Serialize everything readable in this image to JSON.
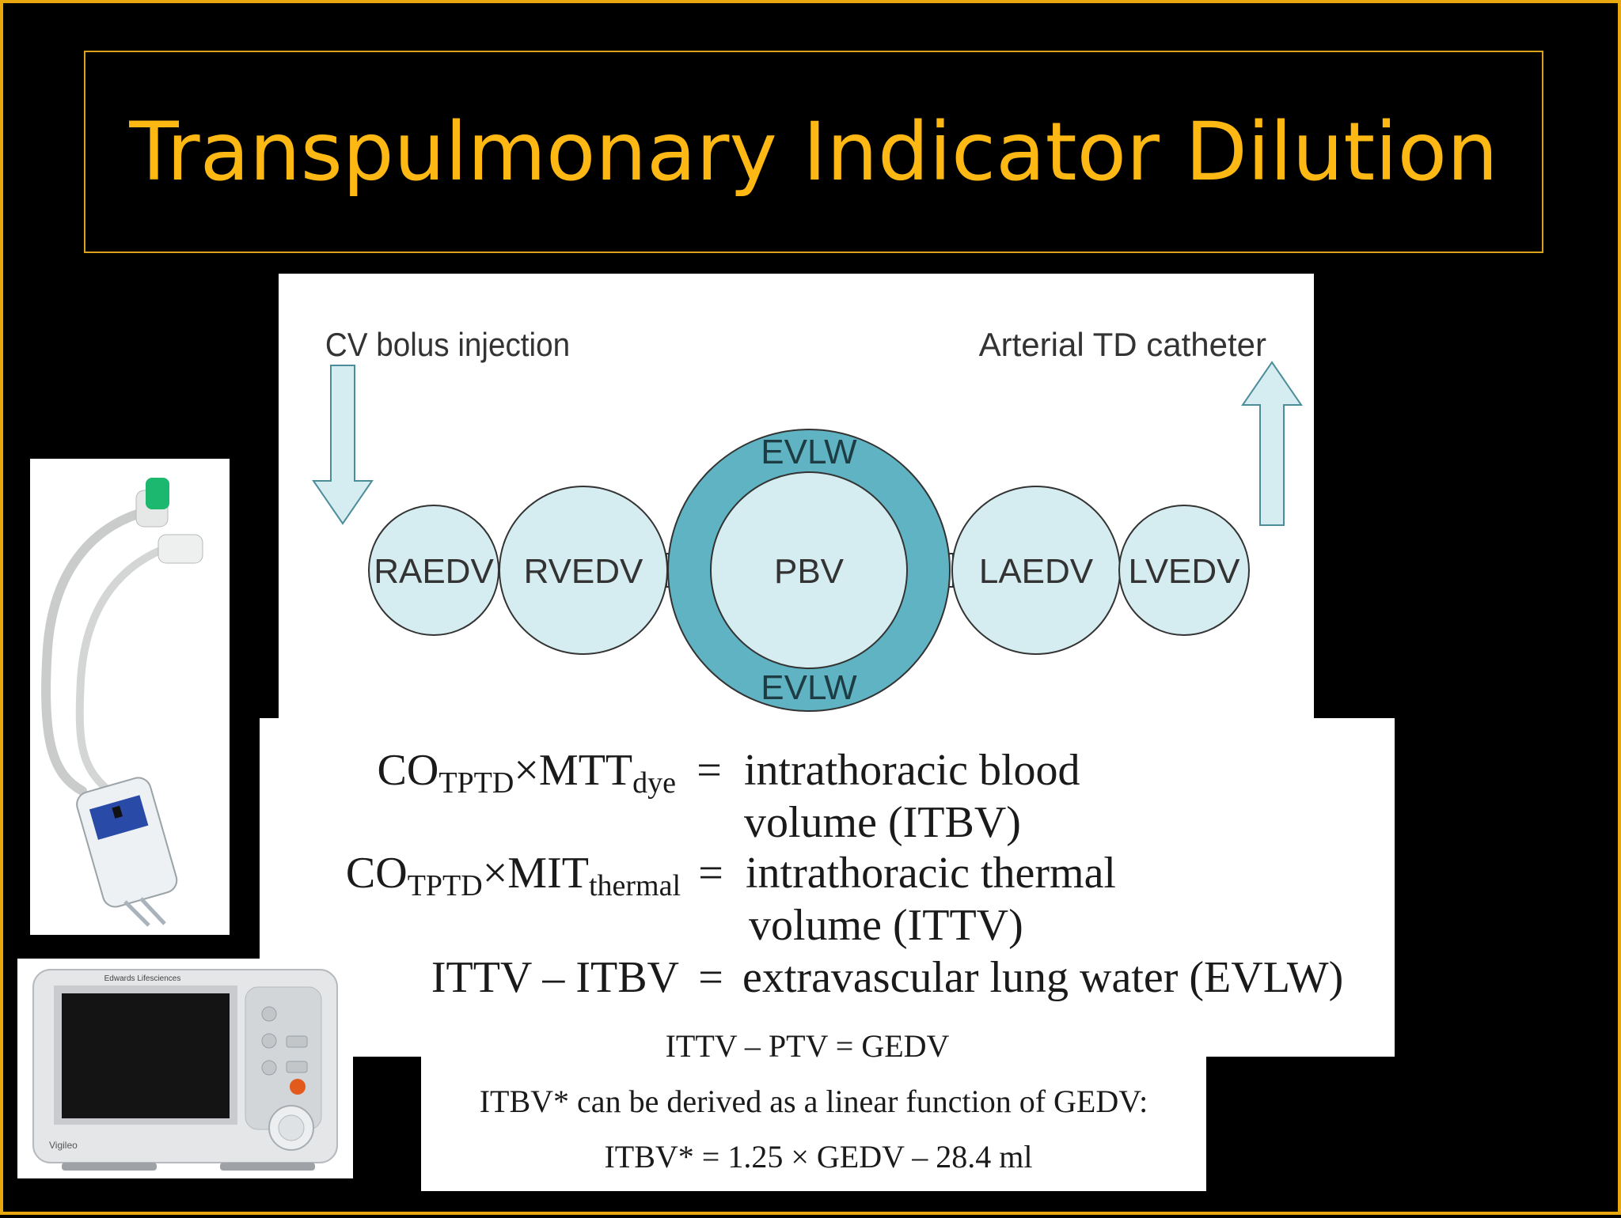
{
  "slide": {
    "title": "Transpulmonary Indicator Dilution",
    "accent_color": "#fdb813",
    "background_color": "#000000"
  },
  "diagram": {
    "inflow_label": "CV bolus injection",
    "outflow_label": "Arterial TD catheter",
    "compartments": [
      "RAEDV",
      "RVEDV",
      "PBV",
      "LAEDV",
      "LVEDV"
    ],
    "lung_ring_label_top": "EVLW",
    "lung_ring_label_bottom": "EVLW",
    "fill_color": "#d5ecf0",
    "ring_color": "#5fb3c2"
  },
  "equations": {
    "eq1": {
      "lhs_base_1": "CO",
      "lhs_sub_1": "TPTD",
      "times": "×",
      "lhs_base_2": "MTT",
      "lhs_sub_2": "dye",
      "equals": "=",
      "rhs_line1": "intrathoracic blood",
      "rhs_line2": "volume (ITBV)"
    },
    "eq2": {
      "lhs_base_1": "CO",
      "lhs_sub_1": "TPTD",
      "times": "×",
      "lhs_base_2": "MIT",
      "lhs_sub_2": "thermal",
      "equals": "=",
      "rhs_line1": "intrathoracic thermal",
      "rhs_line2": "volume (ITTV)"
    },
    "eq3": {
      "lhs": "ITTV – ITBV",
      "equals": "=",
      "rhs": "extravascular lung water (EVLW)"
    },
    "eq4": "ITTV – PTV = GEDV",
    "note": "ITBV* can be derived as a linear function of GEDV:",
    "eq5": "ITBV* = 1.25 × GEDV – 28.4 ml"
  },
  "photos": {
    "monitor_brand": "Edwards Lifesciences",
    "monitor_model": "Vigileo"
  }
}
